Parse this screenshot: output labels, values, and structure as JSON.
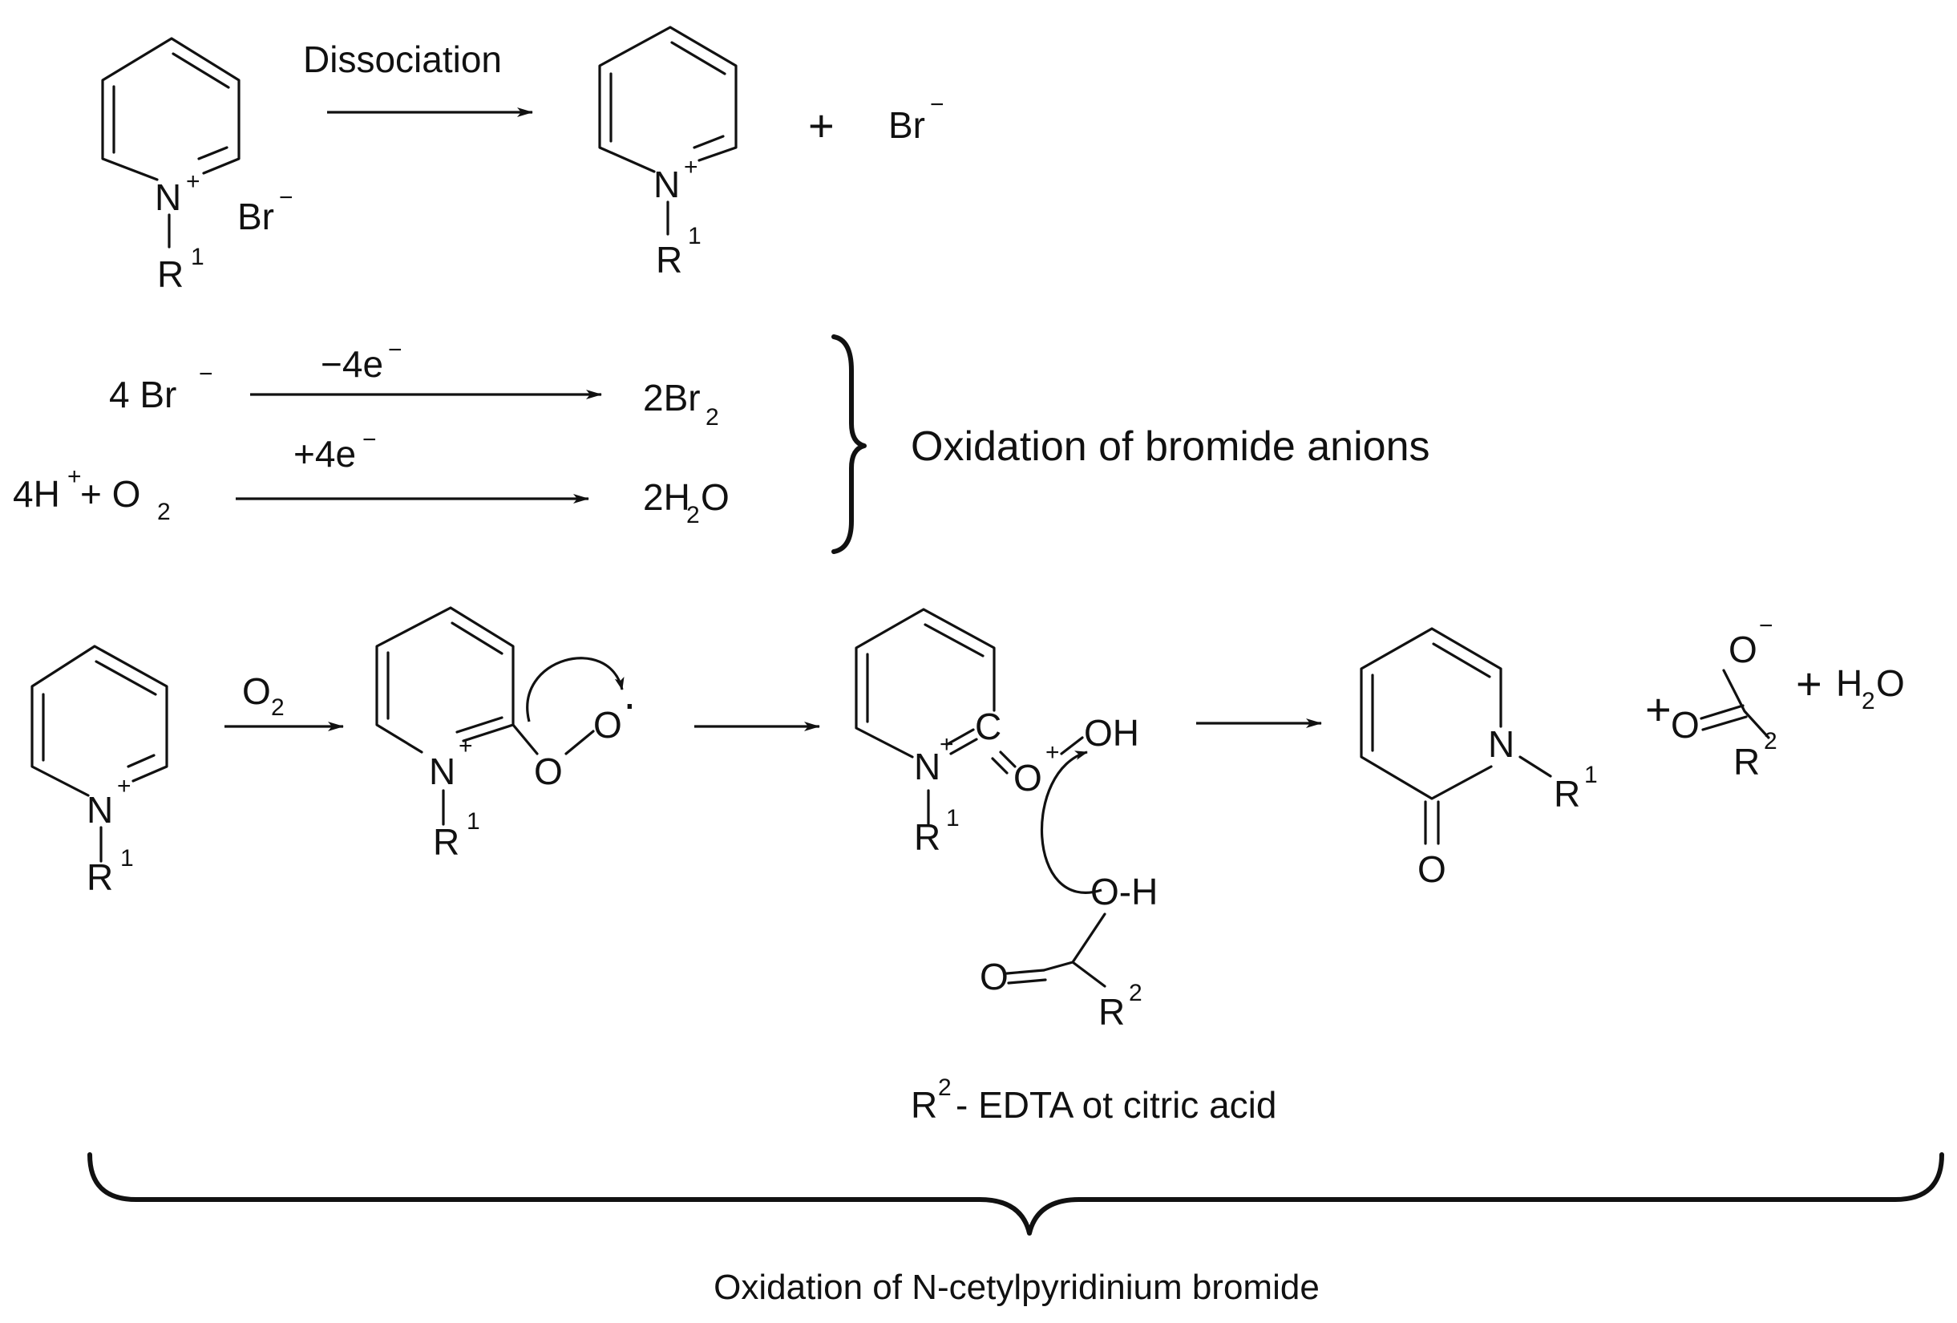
{
  "atoms": {
    "n": "N",
    "o": "O",
    "c": "C",
    "r": "R",
    "plus": "+",
    "minus": "−",
    "one": "1",
    "two": "2",
    "radical_dot": "·",
    "oh": "OH",
    "o_h": "O-H"
  },
  "row1": {
    "arrow_label": "Dissociation",
    "counter_ion": "Br",
    "plus_sign": "+",
    "product_ion": "Br"
  },
  "row2": {
    "eq1_reactant": "4  Br",
    "eq1_label": "−4e",
    "eq1_product_main": "2Br",
    "eq1_product_sub": "2",
    "eq2_reactant_a": "4H",
    "eq2_reactant_b": " + O",
    "eq2_reactant_sub": "2",
    "eq2_label": "+4e",
    "eq2_product_a": "2H",
    "eq2_product_sub": "2",
    "eq2_product_b": "O",
    "group_label": "Oxidation of bromide anions"
  },
  "row3": {
    "arrow1_label": "O",
    "arrow1_label_sub": "2",
    "plus_sign_1": "+",
    "plus_sign_2": "+",
    "water_a": "H",
    "water_sub": "2",
    "water_b": "O",
    "r2_note_main": "- EDTA ot citric acid"
  },
  "footer": {
    "caption": "Oxidation of N-cetylpyridinium bromide"
  }
}
